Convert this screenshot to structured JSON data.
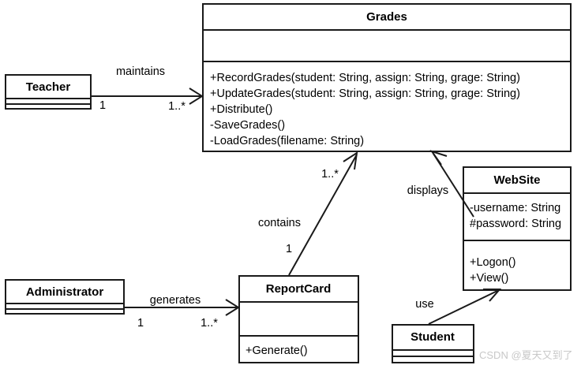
{
  "diagram": {
    "kind": "uml-class-diagram",
    "background_color": "#ffffff",
    "line_color": "#1a1a1a"
  },
  "classes": {
    "grades": {
      "name": "Grades",
      "attributes": [],
      "operations": [
        "+RecordGrades(student: String, assign: String, grage: String)",
        "+UpdateGrades(student: String, assign: String, grage: String)",
        "+Distribute()",
        "-SaveGrades()",
        "-LoadGrades(filename: String)"
      ]
    },
    "teacher": {
      "name": "Teacher",
      "attributes": [],
      "operations": []
    },
    "website": {
      "name": "WebSite",
      "attributes": [
        "-username: String",
        "#password: String"
      ],
      "operations": [
        "+Logon()",
        "+View()"
      ]
    },
    "reportcard": {
      "name": "ReportCard",
      "attributes": [],
      "operations": [
        "+Generate()"
      ]
    },
    "administrator": {
      "name": "Administrator",
      "attributes": [],
      "operations": []
    },
    "student": {
      "name": "Student",
      "attributes": [],
      "operations": []
    }
  },
  "relationships": {
    "maintains": {
      "label": "maintains",
      "source": "Teacher",
      "target": "Grades",
      "source_multiplicity": "1",
      "target_multiplicity": "1..*"
    },
    "contains": {
      "label": "contains",
      "source": "ReportCard",
      "target": "Grades",
      "source_multiplicity": "1",
      "target_multiplicity": "1..*"
    },
    "displays": {
      "label": "displays",
      "source": "WebSite",
      "target": "Grades",
      "source_multiplicity": "",
      "target_multiplicity": ""
    },
    "generates": {
      "label": "generates",
      "source": "Administrator",
      "target": "ReportCard",
      "source_multiplicity": "1",
      "target_multiplicity": "1..*"
    },
    "use": {
      "label": "use",
      "source": "Student",
      "target": "WebSite",
      "source_multiplicity": "",
      "target_multiplicity": ""
    }
  },
  "watermark": {
    "text": "CSDN @夏天又到了"
  }
}
